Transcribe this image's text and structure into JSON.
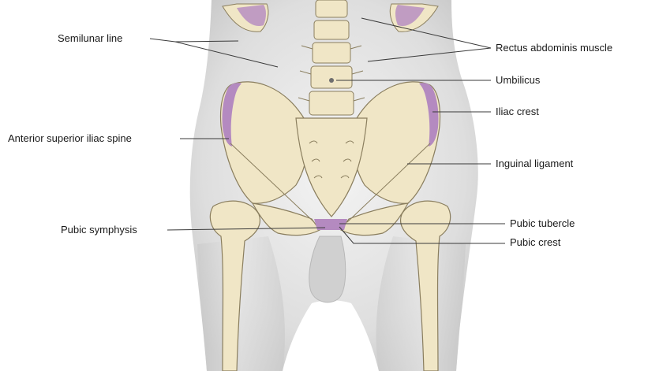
{
  "labels": {
    "semilunar_line": "Semilunar line",
    "rectus_abdominis": "Rectus abdominis muscle",
    "umbilicus": "Umbilicus",
    "iliac_crest": "Iliac crest",
    "asis": "Anterior superior iliac spine",
    "inguinal_ligament": "Inguinal ligament",
    "pubic_symphysis": "Pubic symphysis",
    "pubic_tubercle": "Pubic tubercle",
    "pubic_crest": "Pubic crest"
  },
  "colors": {
    "skin": "#d9d9d9",
    "bone": "#f0e6c6",
    "bone_outline": "#8a7e5e",
    "highlight": "#b48ac0",
    "leader": "#3a3a3a"
  }
}
